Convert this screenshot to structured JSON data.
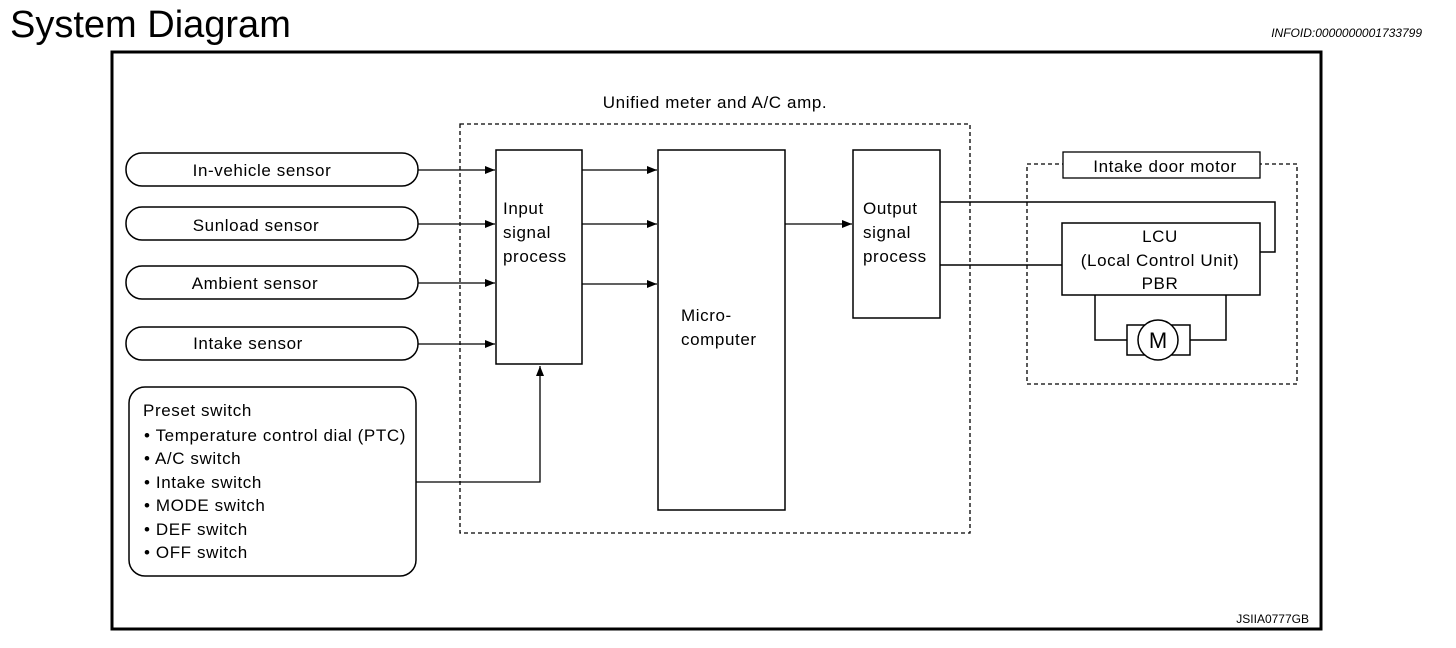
{
  "title": "System Diagram",
  "info_id": "INFOID:0000000001733799",
  "diagram_code": "JSIIA0777GB",
  "amp": {
    "label": "Unified meter and A/C amp.",
    "input_block": [
      "Input",
      "signal",
      "process"
    ],
    "micro_block": [
      "Micro-",
      "computer"
    ],
    "output_block": [
      "Output",
      "signal",
      "process"
    ]
  },
  "sensors": [
    "In-vehicle sensor",
    "Sunload sensor",
    "Ambient sensor",
    "Intake sensor"
  ],
  "preset": {
    "title": "Preset switch",
    "items": [
      "Temperature control dial (PTC)",
      "A/C switch",
      "Intake switch",
      "MODE switch",
      "DEF switch",
      "OFF switch"
    ]
  },
  "intake_door_motor": {
    "label": "Intake door motor",
    "lcu_lines": [
      "LCU",
      "(Local Control Unit)",
      "PBR"
    ],
    "motor_symbol": "M"
  }
}
